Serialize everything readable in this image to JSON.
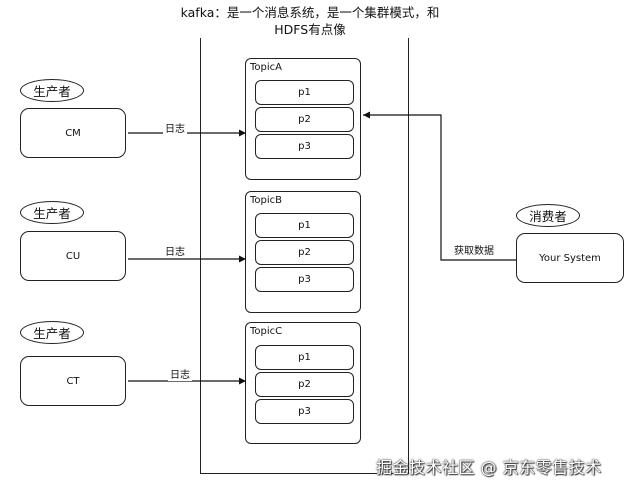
{
  "diagram": {
    "title": "kafka：是一个消息系统，是一个集群模式，和HDFS有点像",
    "producers": [
      {
        "role": "生产者",
        "name": "CM",
        "edge_label": "日志"
      },
      {
        "role": "生产者",
        "name": "CU",
        "edge_label": "日志"
      },
      {
        "role": "生产者",
        "name": "CT",
        "edge_label": "日志"
      }
    ],
    "topics": [
      {
        "name": "TopicA",
        "partitions": [
          "p1",
          "p2",
          "p3"
        ]
      },
      {
        "name": "TopicB",
        "partitions": [
          "p1",
          "p2",
          "p3"
        ]
      },
      {
        "name": "TopicC",
        "partitions": [
          "p1",
          "p2",
          "p3"
        ]
      }
    ],
    "consumer": {
      "role": "消费者",
      "name": "Your System",
      "edge_label": "获取数据"
    }
  },
  "watermark": "掘金技术社区 @ 京东零售技术"
}
